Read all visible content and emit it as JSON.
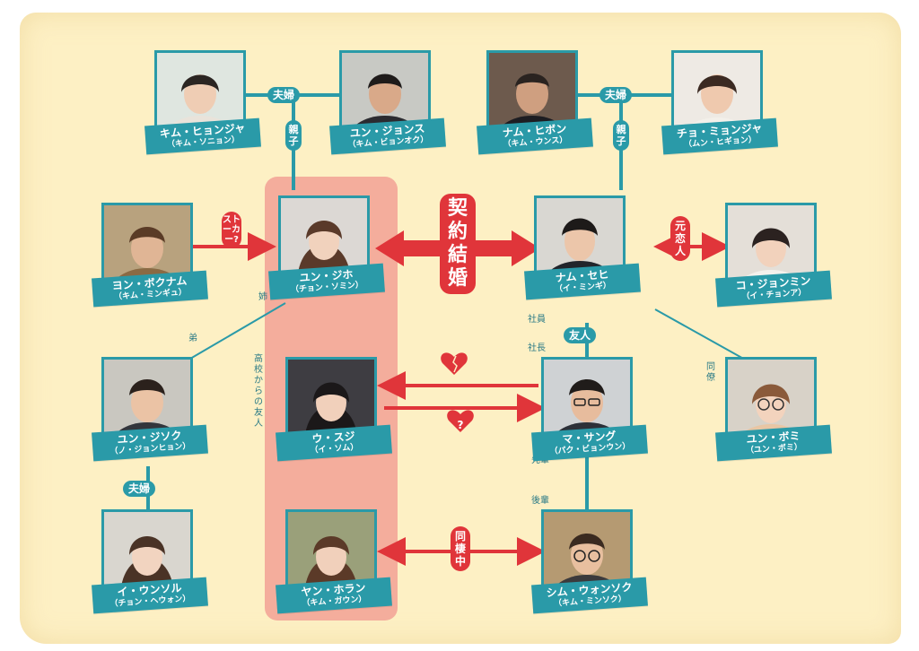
{
  "characters": {
    "kim_hyunja": {
      "name": "キム・ヒョンジャ",
      "actor": "（キム・ソニョン）"
    },
    "yoon_jongsu": {
      "name": "ユン・ジョンス",
      "actor": "（キム・ビョンオク）"
    },
    "nam_hibon": {
      "name": "ナム・ヒボン",
      "actor": "（キム・ウンス）"
    },
    "jo_minja": {
      "name": "チョ・ミョンジャ",
      "actor": "（ムン・ヒギョン）"
    },
    "yon_bokunam": {
      "name": "ヨン・ボクナム",
      "actor": "（キム・ミンギュ）"
    },
    "yoon_jiho": {
      "name": "ユン・ジホ",
      "actor": "（チョン・ソミン）"
    },
    "nam_sehi": {
      "name": "ナム・セヒ",
      "actor": "（イ・ミンギ）"
    },
    "ko_jeongmin": {
      "name": "コ・ジョンミン",
      "actor": "（イ・チョンア）"
    },
    "yoon_jiseok": {
      "name": "ユン・ジソク",
      "actor": "（ノ・ジョンヒョン）"
    },
    "u_suji": {
      "name": "ウ・スジ",
      "actor": "（イ・ソム）"
    },
    "ma_sangu": {
      "name": "マ・サング",
      "actor": "（パク・ビョンウン）"
    },
    "yoon_bomi": {
      "name": "ユン・ボミ",
      "actor": "（ユン・ボミ）"
    },
    "i_unsol": {
      "name": "イ・ウンソル",
      "actor": "（チョン・ヘウォン）"
    },
    "yan_horan": {
      "name": "ヤン・ホラン",
      "actor": "（キム・ガウン）"
    },
    "shim_wonseok": {
      "name": "シム・ウォンソク",
      "actor": "（キム・ミンソク）"
    }
  },
  "relations": {
    "couple_left": "夫婦",
    "parent_left": "親子",
    "couple_right": "夫婦",
    "parent_right": "親子",
    "stalker": "ストーカー?",
    "contract_marriage": "契約結婚",
    "ex_lover": "元恋人",
    "elder_sister": "姉",
    "younger_brother": "弟",
    "hs_friend": "高校からの友人",
    "employee": "社員",
    "president": "社長",
    "friend": "友人",
    "coworker": "同僚",
    "senior": "先輩",
    "junior": "後輩",
    "couple_bottom": "夫婦",
    "living_together": "同棲中"
  },
  "colors": {
    "teal": "#2a9aa8",
    "red": "#e0353a",
    "background": "#fdf0c4",
    "highlight": "#f3a598"
  }
}
